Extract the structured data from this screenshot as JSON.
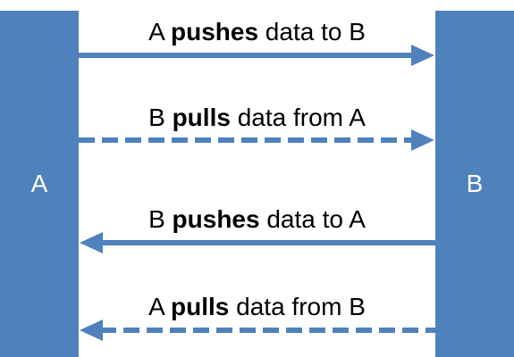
{
  "blocks": {
    "a": {
      "label": "A"
    },
    "b": {
      "label": "B"
    }
  },
  "arrows": [
    {
      "pre": "A ",
      "verb": "pushes",
      "post": " data to B",
      "direction": "A-to-B",
      "style": "solid"
    },
    {
      "pre": "B ",
      "verb": "pulls",
      "post": " data from A",
      "direction": "A-to-B",
      "style": "dashed"
    },
    {
      "pre": "B ",
      "verb": "pushes",
      "post": " data to A",
      "direction": "B-to-A",
      "style": "solid"
    },
    {
      "pre": "A ",
      "verb": "pulls",
      "post": " data from B",
      "direction": "B-to-A",
      "style": "dashed"
    }
  ],
  "colors": {
    "accent": "#4f81bd",
    "text": "#000000",
    "background": "#ffffff"
  }
}
